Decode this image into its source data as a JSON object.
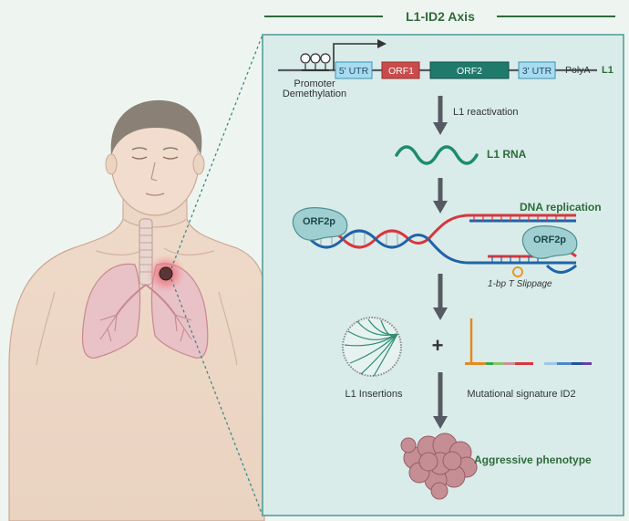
{
  "title": "L1-ID2 Axis",
  "gene": {
    "promoter_label_1": "Promoter",
    "promoter_label_2": "Demethylation",
    "utr5": "5' UTR",
    "orf1": "ORF1",
    "orf2": "ORF2",
    "utr3": "3' UTR",
    "polya": "PolyA",
    "name": "L1"
  },
  "steps": {
    "reactivation": "L1 reactivation",
    "rna": "L1 RNA",
    "dna_replication": "DNA replication",
    "orf2p_left": "ORF2p",
    "orf2p_right": "ORF2p",
    "slippage": "1-bp T Slippage",
    "insertions": "L1 Insertions",
    "plus": "+",
    "signature": "Mutational signature ID2",
    "phenotype": "Aggressive phenotype"
  },
  "colors": {
    "title_green": "#2e6b3a",
    "panel_bg": "#d9ece9",
    "panel_border": "#4a9a98",
    "orf1": "#c94b4b",
    "orf2": "#1f7a6c",
    "utr": "#a9dbef",
    "rna": "#1e8b6e",
    "dna_red": "#d9363e",
    "dna_blue": "#2063a8",
    "arrow": "#555a63",
    "tumor": "#b7707a"
  }
}
